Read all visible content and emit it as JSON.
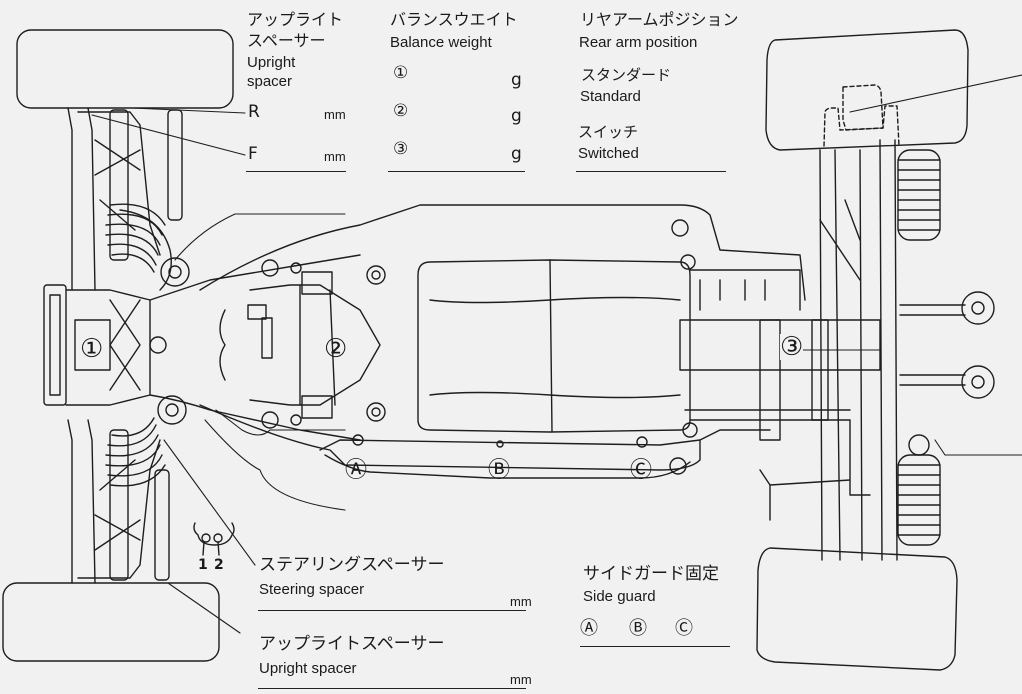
{
  "upright_spacer_top": {
    "title_jp_line1": "アップライト",
    "title_jp_line2": "スペーサー",
    "title_en_line1": "Upright",
    "title_en_line2": "spacer",
    "rows": [
      {
        "label": "R",
        "value": "",
        "unit": "mm"
      },
      {
        "label": "F",
        "value": "",
        "unit": "mm"
      }
    ]
  },
  "balance_weight": {
    "title_jp": "バランスウエイト",
    "title_en": "Balance weight",
    "rows": [
      {
        "marker": "①",
        "value": "",
        "unit": "g"
      },
      {
        "marker": "②",
        "value": "",
        "unit": "g"
      },
      {
        "marker": "③",
        "value": "",
        "unit": "g"
      }
    ]
  },
  "rear_arm_position": {
    "title_jp": "リヤアームポジション",
    "title_en": "Rear arm position",
    "options": [
      {
        "jp": "スタンダード",
        "en": "Standard"
      },
      {
        "jp": "スイッチ",
        "en": "Switched"
      }
    ]
  },
  "steering_spacer": {
    "title_jp": "ステアリングスペーサー",
    "title_en": "Steering spacer",
    "value": "",
    "unit": "mm",
    "hole_labels": [
      "1",
      "2"
    ]
  },
  "upright_spacer_bottom": {
    "title_jp": "アップライトスペーサー",
    "title_en": "Upright spacer",
    "value": "",
    "unit": "mm"
  },
  "side_guard": {
    "title_jp": "サイドガード固定",
    "title_en": "Side guard",
    "options": [
      "Ⓐ",
      "Ⓑ",
      "Ⓒ"
    ]
  },
  "chassis_markers": {
    "weight_positions": [
      "①",
      "②",
      "③"
    ],
    "side_guard_positions": [
      "Ⓐ",
      "Ⓑ",
      "Ⓒ"
    ]
  }
}
